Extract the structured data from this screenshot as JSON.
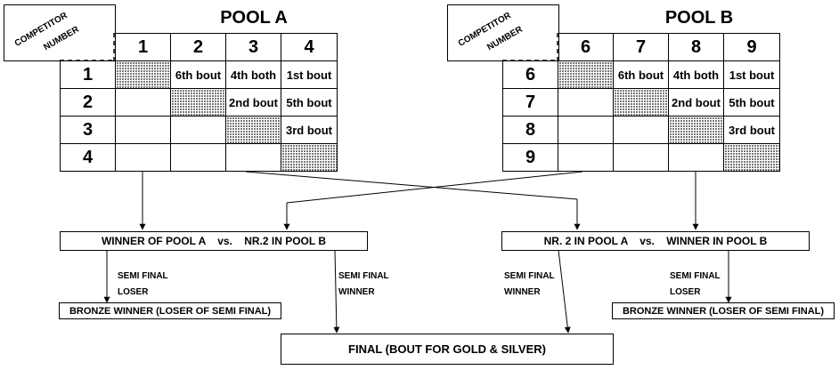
{
  "corner_label": [
    "COMPETITOR",
    "NUMBER"
  ],
  "pool_a": {
    "title": "POOL A",
    "columns": [
      "1",
      "2",
      "3",
      "4"
    ],
    "rows": [
      {
        "label": "1",
        "cells": [
          "",
          "6th bout",
          "4th both",
          "1st bout"
        ]
      },
      {
        "label": "2",
        "cells": [
          "",
          "",
          "2nd bout",
          "5th bout"
        ]
      },
      {
        "label": "3",
        "cells": [
          "",
          "",
          "",
          "3rd bout"
        ]
      },
      {
        "label": "4",
        "cells": [
          "",
          "",
          "",
          ""
        ]
      }
    ]
  },
  "pool_b": {
    "title": "POOL B",
    "columns": [
      "6",
      "7",
      "8",
      "9"
    ],
    "rows": [
      {
        "label": "6",
        "cells": [
          "",
          "6th bout",
          "4th both",
          "1st bout"
        ]
      },
      {
        "label": "7",
        "cells": [
          "",
          "",
          "2nd bout",
          "5th bout"
        ]
      },
      {
        "label": "8",
        "cells": [
          "",
          "",
          "",
          "3rd bout"
        ]
      },
      {
        "label": "9",
        "cells": [
          "",
          "",
          "",
          ""
        ]
      }
    ]
  },
  "semi_left": "WINNER OF POOL A    vs.    NR.2 IN POOL B",
  "semi_right": "NR. 2 IN POOL A    vs.    WINNER IN POOL B",
  "labels": {
    "semi_final_loser": [
      "SEMI FINAL",
      "LOSER"
    ],
    "semi_final_winner": [
      "SEMI FINAL",
      "WINNER"
    ]
  },
  "bronze_left": "BRONZE WINNER (LOSER OF SEMI FINAL)",
  "bronze_right": "BRONZE WINNER (LOSER OF SEMI FINAL)",
  "final": "FINAL (BOUT FOR GOLD & SILVER)"
}
